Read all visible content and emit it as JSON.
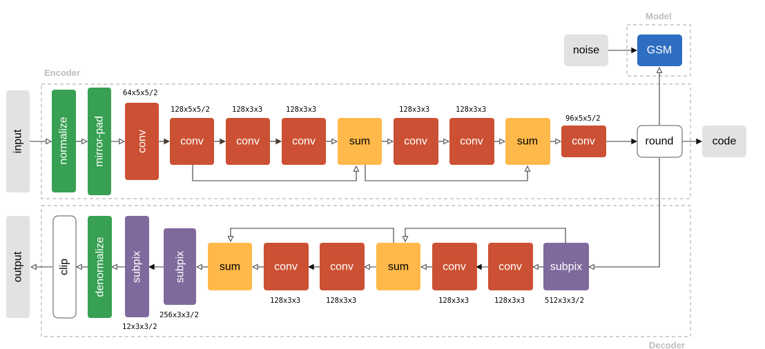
{
  "groups": {
    "encoder": "Encoder",
    "decoder": "Decoder",
    "model": "Model"
  },
  "io": {
    "input": "input",
    "output": "output",
    "noise": "noise",
    "code": "code"
  },
  "encoder": {
    "normalize": "normalize",
    "mirror_pad": "mirror-pad",
    "conv1": "conv",
    "conv1_dim": "64x5x5/2",
    "conv2": "conv",
    "conv2_dim": "128x5x5/2",
    "conv3": "conv",
    "conv3_dim": "128x3x3",
    "conv4": "conv",
    "conv4_dim": "128x3x3",
    "sum1": "sum",
    "conv5": "conv",
    "conv5_dim": "128x3x3",
    "conv6": "conv",
    "conv6_dim": "128x3x3",
    "sum2": "sum",
    "conv7": "conv",
    "conv7_dim": "96x5x5/2"
  },
  "model": {
    "gsm": "GSM",
    "round": "round"
  },
  "decoder": {
    "subpix1": "subpix",
    "subpix1_dim": "512x3x3/2",
    "conv1": "conv",
    "conv1_dim": "128x3x3",
    "conv2": "conv",
    "conv2_dim": "128x3x3",
    "sum1": "sum",
    "conv3": "conv",
    "conv3_dim": "128x3x3",
    "conv4": "conv",
    "conv4_dim": "128x3x3",
    "sum2": "sum",
    "subpix2": "subpix",
    "subpix2_dim": "256x3x3/2",
    "subpix3": "subpix",
    "subpix3_dim": "12x3x3/2",
    "denormalize": "denormalize",
    "clip": "clip"
  },
  "colors": {
    "green": "#37a052",
    "red": "#cc5033",
    "orange": "#ffb84a",
    "purple": "#80699d",
    "blue": "#2e6ec2",
    "gray": "#e2e2e2"
  }
}
